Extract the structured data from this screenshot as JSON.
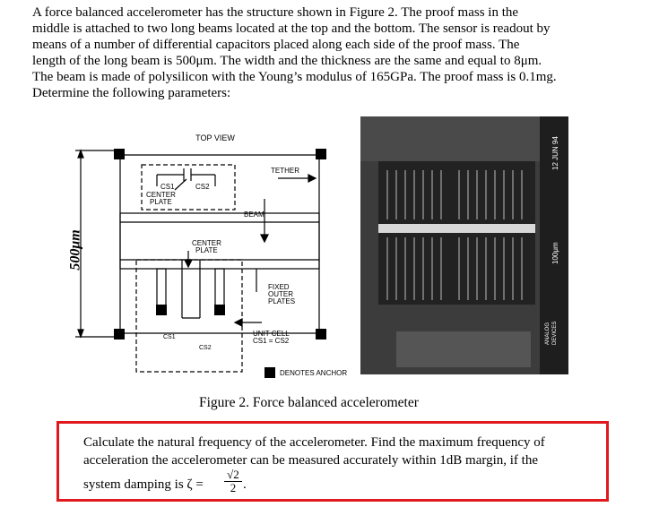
{
  "intro": {
    "lines": [
      "A force balanced accelerometer has the structure shown in Figure 2. The proof mass in the",
      "middle is attached to two long beams located at the top and the bottom. The sensor is readout by",
      "means of a number of differential capacitors placed along each side of the proof mass. The",
      "length of the long beam is 500μm. The width and the thickness are the same and equal to 8μm.",
      "The beam is made of polysilicon with the Young’s modulus of 165GPa. The proof mass is 0.1mg.",
      "Determine the following parameters:"
    ]
  },
  "figure": {
    "top_view_label": "TOP VIEW",
    "cs1": "CS1",
    "cs2": "CS2",
    "center_plate_top": "CENTER",
    "center_plate_bottom": "PLATE",
    "tether": "TETHER",
    "beam": "BEAM",
    "center_plate2_top": "CENTER",
    "center_plate2_bottom": "PLATE",
    "fixed": "FIXED",
    "outer": "OUTER",
    "plates": "PLATES",
    "unit_cell": "UNIT CELL",
    "unit_eq": "CS1 = CS2",
    "cs1_small": "CS1",
    "cs2_small": "CS2",
    "denotes_anchor": "DENOTES ANCHOR",
    "dimension": "500μm",
    "sem_scale": "12 JUN 94",
    "sem_mag": "100μm",
    "sem_logo_top": "ANALOG",
    "sem_logo_bottom": "DEVICES",
    "caption": "Figure 2. Force balanced accelerometer"
  },
  "question": {
    "line1": "Calculate the natural frequency of the accelerometer. Find the maximum frequency of",
    "line2": "acceleration the accelerometer can be measured accurately within 1dB margin, if the",
    "line3_prefix": "system damping is ζ =",
    "frac_num": "√2",
    "frac_den": "2",
    "line3_suffix": ".",
    "border_color": "#e0191e"
  }
}
